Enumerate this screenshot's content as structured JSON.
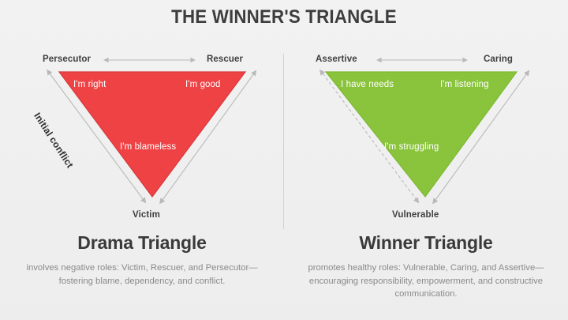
{
  "page": {
    "title": "THE WINNER'S TRIANGLE",
    "background_color": "#f1f1f1",
    "divider_color": "#d2d2d2"
  },
  "panels": [
    {
      "id": "drama",
      "accent_color": "#ee4245",
      "roles": {
        "top_left": "Persecutor",
        "top_right": "Rescuer",
        "bottom": "Victim"
      },
      "statements": {
        "top_left": "I'm right",
        "top_right": "I'm good",
        "bottom": "I'm blameless"
      },
      "annotation": "Initial conflict",
      "caption_title": "Drama Triangle",
      "caption_body": "involves negative roles: Victim, Rescuer, and Persecutor—fostering blame, dependency, and conflict.",
      "arrows": {
        "top": "double-headed-horizontal",
        "left_edge": "double-headed-solid",
        "right_edge": "double-headed-solid"
      }
    },
    {
      "id": "winner",
      "accent_color": "#8cc63e",
      "roles": {
        "top_left": "Assertive",
        "top_right": "Caring",
        "bottom": "Vulnerable"
      },
      "statements": {
        "top_left": "I have needs",
        "top_right": "I'm listening",
        "bottom": "I'm struggling"
      },
      "annotation": "",
      "caption_title": "Winner Triangle",
      "caption_body": "promotes healthy roles: Vulnerable, Caring, and Assertive—encouraging responsibility, empowerment, and constructive communication.",
      "arrows": {
        "top": "double-headed-horizontal",
        "left_edge": "double-headed-dashed",
        "right_edge": "double-headed-solid"
      }
    }
  ]
}
